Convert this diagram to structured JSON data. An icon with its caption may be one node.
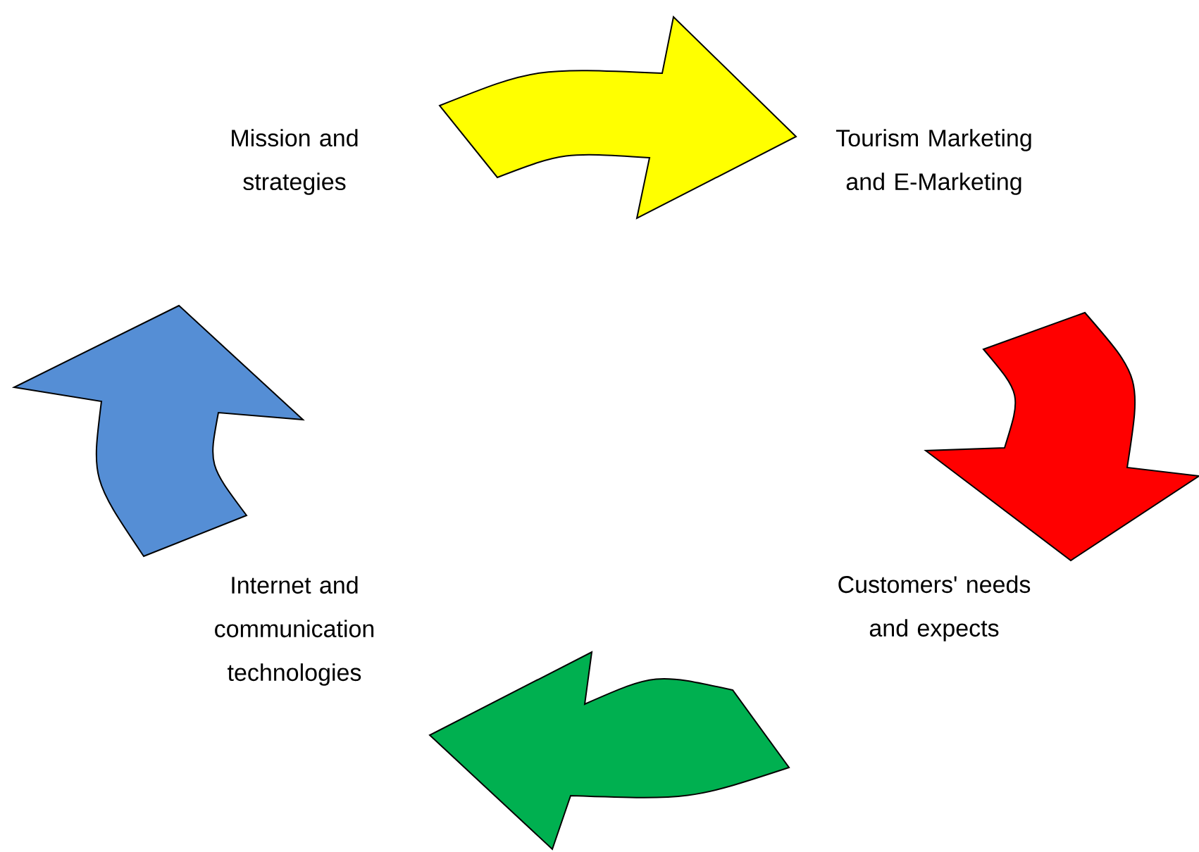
{
  "diagram": {
    "nodes": [
      {
        "text": [
          "Mission and strategies"
        ]
      },
      {
        "text": [
          "Tourism Marketing and E-Marketing"
        ]
      },
      {
        "text": [
          "Customers' needs and expects"
        ]
      },
      {
        "text": [
          "Internet and communication technologies"
        ]
      }
    ],
    "edges": [
      {
        "from": 0,
        "to": 1,
        "arrow": "to",
        "color": "#ffff00"
      },
      {
        "from": 1,
        "to": 2,
        "arrow": "to",
        "color": "#ff0000"
      },
      {
        "from": 2,
        "to": 3,
        "arrow": "to",
        "color": "#00b050"
      },
      {
        "from": 3,
        "to": 0,
        "arrow": "to",
        "color": "#558ed5"
      }
    ]
  }
}
